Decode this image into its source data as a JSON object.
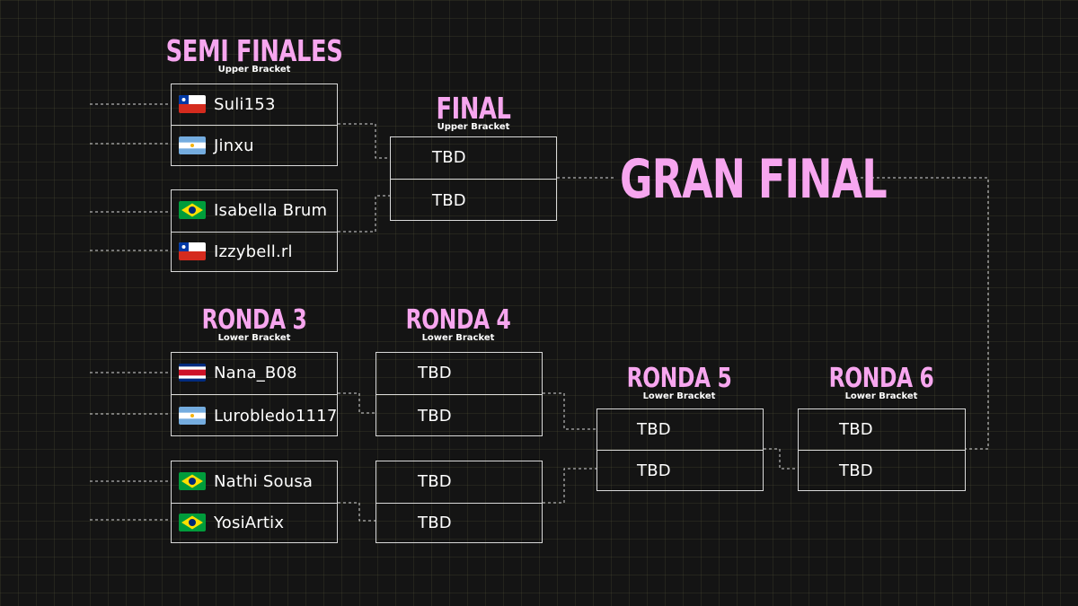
{
  "headings": {
    "semifinales": {
      "title": "SEMI FINALES",
      "sub": "Upper Bracket"
    },
    "final": {
      "title": "FINAL",
      "sub": "Upper Bracket"
    },
    "ronda3": {
      "title": "RONDA 3",
      "sub": "Lower Bracket"
    },
    "ronda4": {
      "title": "RONDA 4",
      "sub": "Lower Bracket"
    },
    "ronda5": {
      "title": "RONDA 5",
      "sub": "Lower Bracket"
    },
    "ronda6": {
      "title": "RONDA 6",
      "sub": "Lower Bracket"
    },
    "gran_final": "GRAN FINAL"
  },
  "upper_semis": [
    {
      "top": {
        "name": "Suli153",
        "flag": "chile"
      },
      "bottom": {
        "name": "Jinxu",
        "flag": "argentina"
      }
    },
    {
      "top": {
        "name": "Isabella Brum",
        "flag": "brazil"
      },
      "bottom": {
        "name": "Izzybell.rl",
        "flag": "chile"
      }
    }
  ],
  "upper_final": {
    "top": "TBD",
    "bottom": "TBD"
  },
  "lower_r3": [
    {
      "top": {
        "name": "Nana_B08",
        "flag": "costa-rica"
      },
      "bottom": {
        "name": "Lurobledo1117",
        "flag": "argentina"
      }
    },
    {
      "top": {
        "name": "Nathi Sousa",
        "flag": "brazil"
      },
      "bottom": {
        "name": "YosiArtix",
        "flag": "brazil"
      }
    }
  ],
  "lower_r4": [
    {
      "top": "TBD",
      "bottom": "TBD"
    },
    {
      "top": "TBD",
      "bottom": "TBD"
    }
  ],
  "lower_r5": {
    "top": "TBD",
    "bottom": "TBD"
  },
  "lower_r6": {
    "top": "TBD",
    "bottom": "TBD"
  },
  "colors": {
    "heading_pink": "#f7a6ef",
    "line": "#d9d9d9",
    "background": "#141414"
  }
}
